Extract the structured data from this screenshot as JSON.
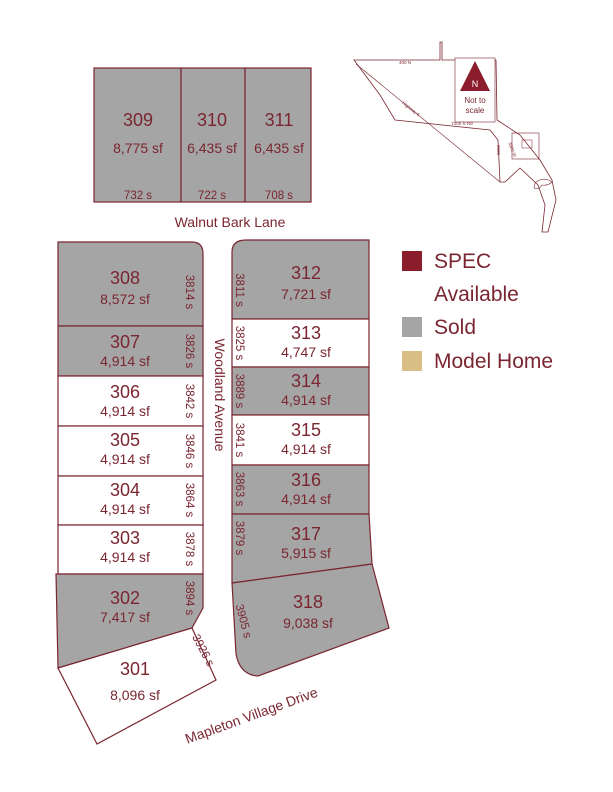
{
  "streets": {
    "walnut": "Walnut Bark Lane",
    "woodland": "Woodland Avenue",
    "mapleton": "Mapleton Village Drive"
  },
  "lots": [
    {
      "id": "309",
      "sf": "8,775 sf",
      "addr": "732 s",
      "status": "sold"
    },
    {
      "id": "310",
      "sf": "6,435 sf",
      "addr": "722 s",
      "status": "sold"
    },
    {
      "id": "311",
      "sf": "6,435 sf",
      "addr": "708 s",
      "status": "sold"
    },
    {
      "id": "308",
      "sf": "8,572 sf",
      "addr": "3814 s",
      "status": "sold"
    },
    {
      "id": "307",
      "sf": "4,914 sf",
      "addr": "3826 s",
      "status": "sold"
    },
    {
      "id": "306",
      "sf": "4,914 sf",
      "addr": "3842 s",
      "status": "available"
    },
    {
      "id": "305",
      "sf": "4,914 sf",
      "addr": "3846 s",
      "status": "available"
    },
    {
      "id": "304",
      "sf": "4,914 sf",
      "addr": "3864 s",
      "status": "available"
    },
    {
      "id": "303",
      "sf": "4,914 sf",
      "addr": "3878 s",
      "status": "available"
    },
    {
      "id": "302",
      "sf": "7,417 sf",
      "addr": "3894 s",
      "status": "sold"
    },
    {
      "id": "301",
      "sf": "8,096 sf",
      "addr": "3926 s",
      "status": "available"
    },
    {
      "id": "312",
      "sf": "7,721 sf",
      "addr": "3811 s",
      "status": "sold"
    },
    {
      "id": "313",
      "sf": "4,747 sf",
      "addr": "3825 s",
      "status": "available"
    },
    {
      "id": "314",
      "sf": "4,914 sf",
      "addr": "3889 s",
      "status": "sold"
    },
    {
      "id": "315",
      "sf": "4,914 sf",
      "addr": "3841 s",
      "status": "available"
    },
    {
      "id": "316",
      "sf": "4,914 sf",
      "addr": "3863 s",
      "status": "sold"
    },
    {
      "id": "317",
      "sf": "5,915 sf",
      "addr": "3879 s",
      "status": "sold"
    },
    {
      "id": "318",
      "sf": "9,038 sf",
      "addr": "3905 s",
      "status": "sold"
    }
  ],
  "legend": {
    "spec_line1": "SPEC",
    "spec_line2": "Available",
    "sold": "Sold",
    "model": "Model Home",
    "colors": {
      "spec": "#8b1c2c",
      "sold": "#a5a5a5",
      "model": "#d9bf85"
    }
  },
  "inset": {
    "north": "N",
    "note_line1": "Not to",
    "note_line2": "scale",
    "road_top": "400 N",
    "road_diag": "Highway 6",
    "road_mid": "7200 S Rd",
    "road_a": "3900",
    "road_b": "3900 W"
  }
}
